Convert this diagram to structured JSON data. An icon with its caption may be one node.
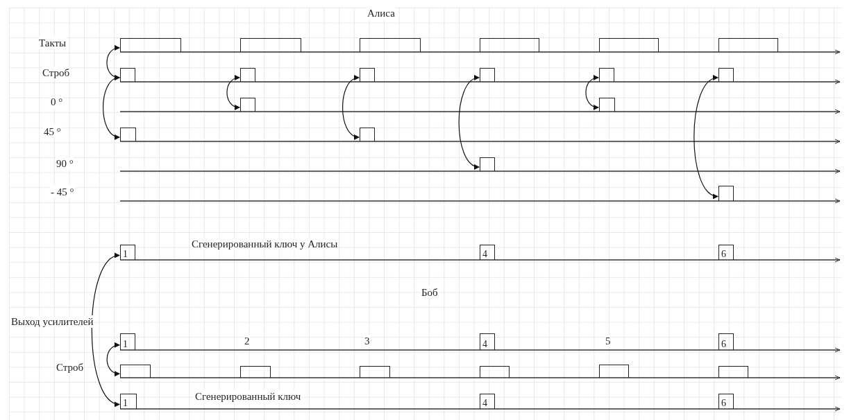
{
  "diagram": {
    "nodes": [
      {
        "text": [],
        "shape": "box"
      },
      {
        "text": [],
        "shape": "box"
      },
      {
        "text": [],
        "shape": "box"
      },
      {
        "text": [],
        "shape": "box"
      },
      {
        "text": [],
        "shape": "box"
      },
      {
        "text": [],
        "shape": "box"
      },
      {
        "text": [],
        "shape": "box"
      },
      {
        "text": [],
        "shape": "box"
      },
      {
        "text": [],
        "shape": "box"
      },
      {
        "text": [],
        "shape": "box"
      },
      {
        "text": [],
        "shape": "box"
      },
      {
        "text": [],
        "shape": "box"
      },
      {
        "text": [],
        "shape": "box"
      },
      {
        "text": [],
        "shape": "box"
      },
      {
        "text": [],
        "shape": "box"
      },
      {
        "text": [],
        "shape": "box"
      },
      {
        "text": [],
        "shape": "box"
      },
      {
        "text": [],
        "shape": "box"
      },
      {
        "text": [
          "1"
        ]
      },
      {
        "text": [
          "4"
        ]
      },
      {
        "text": [
          "6"
        ]
      },
      {
        "text": [
          "1"
        ]
      },
      {
        "text": [
          "4"
        ]
      },
      {
        "text": [
          "6"
        ]
      },
      {
        "text": [],
        "shape": "box"
      },
      {
        "text": [],
        "shape": "box"
      },
      {
        "text": [],
        "shape": "box"
      },
      {
        "text": [],
        "shape": "box"
      },
      {
        "text": [],
        "shape": "box"
      },
      {
        "text": [],
        "shape": "box"
      },
      {
        "text": [
          "1"
        ]
      },
      {
        "text": [
          "4"
        ]
      },
      {
        "text": [
          "6"
        ]
      }
    ],
    "edges": [
      {
        "from": 0,
        "to": 6,
        "arrow": "both"
      },
      {
        "from": 6,
        "to": 14,
        "arrow": "both"
      },
      {
        "from": 7,
        "to": 12,
        "arrow": "both"
      },
      {
        "from": 8,
        "to": 15,
        "arrow": "both"
      },
      {
        "from": 9,
        "to": 16,
        "arrow": "both"
      },
      {
        "from": 10,
        "to": 13,
        "arrow": "both"
      },
      {
        "from": 11,
        "to": 17,
        "arrow": "both"
      },
      {
        "from": 18,
        "to": 30,
        "arrow": "both"
      },
      {
        "from": 21,
        "to": 24,
        "arrow": "both"
      }
    ],
    "labels": [
      "Алиса",
      "Такты",
      "Строб",
      "0 °",
      "45 °",
      "90 °",
      "- 45 °",
      "Сгенерированный ключ у Алисы",
      "Боб",
      "Выход усилителей",
      "2",
      "3",
      "5",
      "Строб",
      "Сгенерированный ключ"
    ]
  }
}
